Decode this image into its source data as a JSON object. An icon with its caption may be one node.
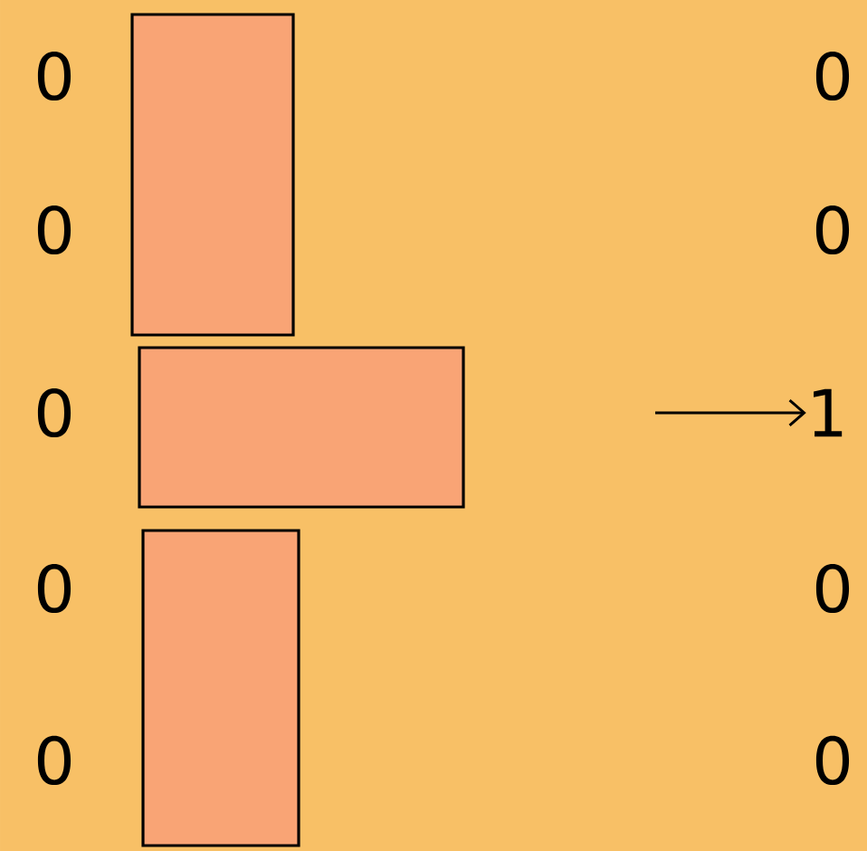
{
  "diagram": {
    "nodes": [
      {
        "text": [],
        "shape": "bar"
      },
      {
        "text": [],
        "shape": "bar"
      },
      {
        "text": [],
        "shape": "bar"
      },
      {
        "text": [
          "1"
        ]
      }
    ],
    "edges": [
      {
        "from": null,
        "to": 3,
        "arrow": "to"
      }
    ],
    "labels": [
      "0",
      "0",
      "0",
      "0",
      "0",
      "0",
      "0",
      "0",
      "0"
    ]
  }
}
